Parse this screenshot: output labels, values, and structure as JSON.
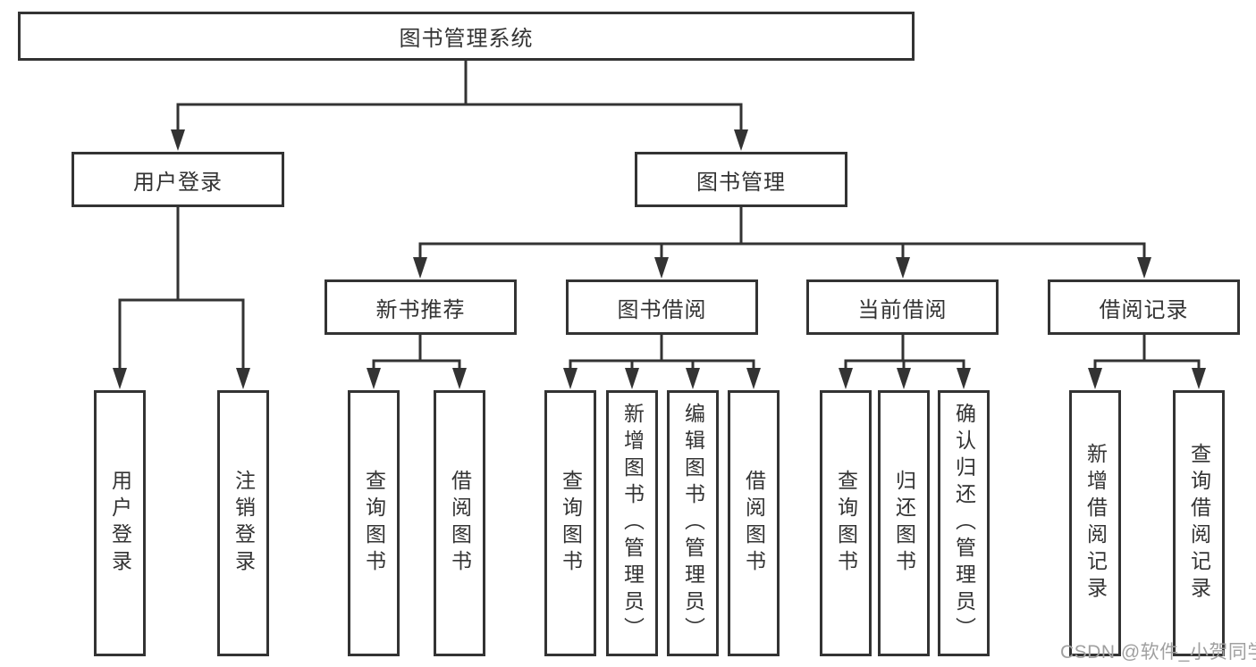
{
  "title": "图书管理系统",
  "colors": {
    "line": "#333333",
    "text": "#333333",
    "box_background": "#ffffff",
    "page_background": "#ffffff",
    "watermark": "#a0a0a0"
  },
  "tree": {
    "root": {
      "label": "图书管理系统"
    },
    "branches": [
      {
        "label": "用户登录",
        "children": [
          {
            "label": "用户登录"
          },
          {
            "label": "注销登录"
          }
        ]
      },
      {
        "label": "图书管理",
        "children": [
          {
            "label": "新书推荐",
            "children": [
              {
                "label": "查询图书"
              },
              {
                "label": "借阅图书"
              }
            ]
          },
          {
            "label": "图书借阅",
            "children": [
              {
                "label": "查询图书"
              },
              {
                "label": "新增图书（管理员）"
              },
              {
                "label": "编辑图书（管理员）"
              },
              {
                "label": "借阅图书"
              }
            ]
          },
          {
            "label": "当前借阅",
            "children": [
              {
                "label": "查询图书"
              },
              {
                "label": "归还图书"
              },
              {
                "label": "确认归还（管理员）"
              }
            ]
          },
          {
            "label": "借阅记录",
            "children": [
              {
                "label": "新增借阅记录"
              },
              {
                "label": "查询借阅记录"
              }
            ]
          }
        ]
      }
    ]
  },
  "watermark": {
    "text": "CSDN @软件_小贺同学"
  }
}
